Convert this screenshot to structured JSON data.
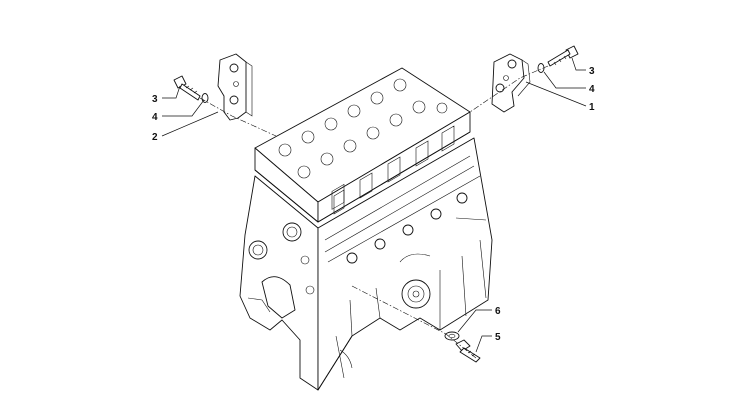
{
  "diagram": {
    "callouts": {
      "left_bolt": "3",
      "left_washer": "4",
      "left_bracket": "2",
      "right_bolt": "3",
      "right_washer": "4",
      "right_bracket": "1",
      "lower_washer": "6",
      "lower_bolt": "5"
    }
  }
}
